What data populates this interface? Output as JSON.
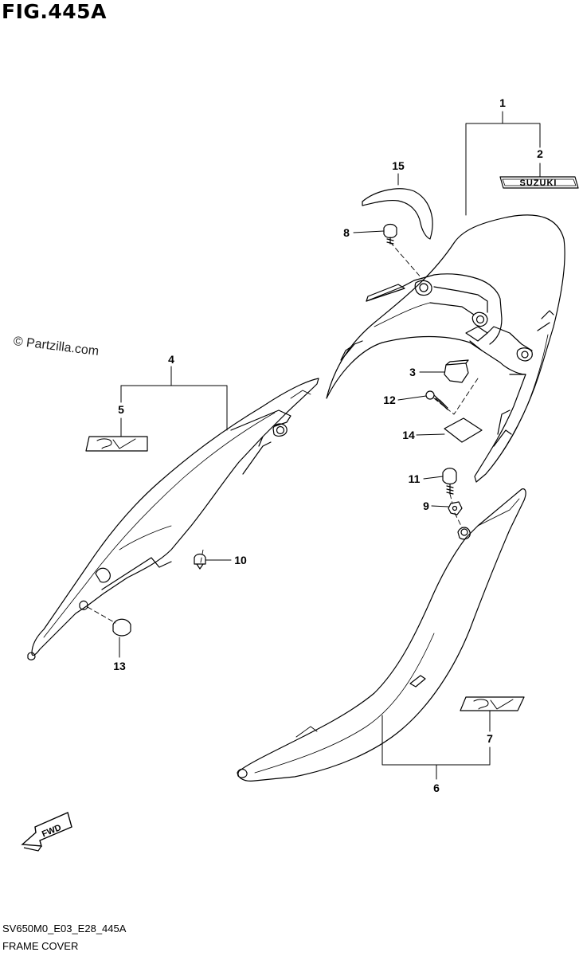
{
  "figure": {
    "title": "FIG.445A",
    "code": "SV650M0_E03_E28_445A",
    "name": "FRAME COVER"
  },
  "watermark": {
    "text": "© Partzilla.com"
  },
  "emblems": {
    "suzuki": "SUZUKI",
    "fwd": "FWD"
  },
  "callouts": [
    {
      "ref": "1"
    },
    {
      "ref": "2"
    },
    {
      "ref": "3"
    },
    {
      "ref": "4"
    },
    {
      "ref": "5"
    },
    {
      "ref": "6"
    },
    {
      "ref": "7"
    },
    {
      "ref": "8"
    },
    {
      "ref": "9"
    },
    {
      "ref": "10"
    },
    {
      "ref": "11"
    },
    {
      "ref": "12"
    },
    {
      "ref": "13"
    },
    {
      "ref": "14"
    },
    {
      "ref": "15"
    }
  ],
  "colors": {
    "line": "#000000",
    "background": "#ffffff"
  }
}
